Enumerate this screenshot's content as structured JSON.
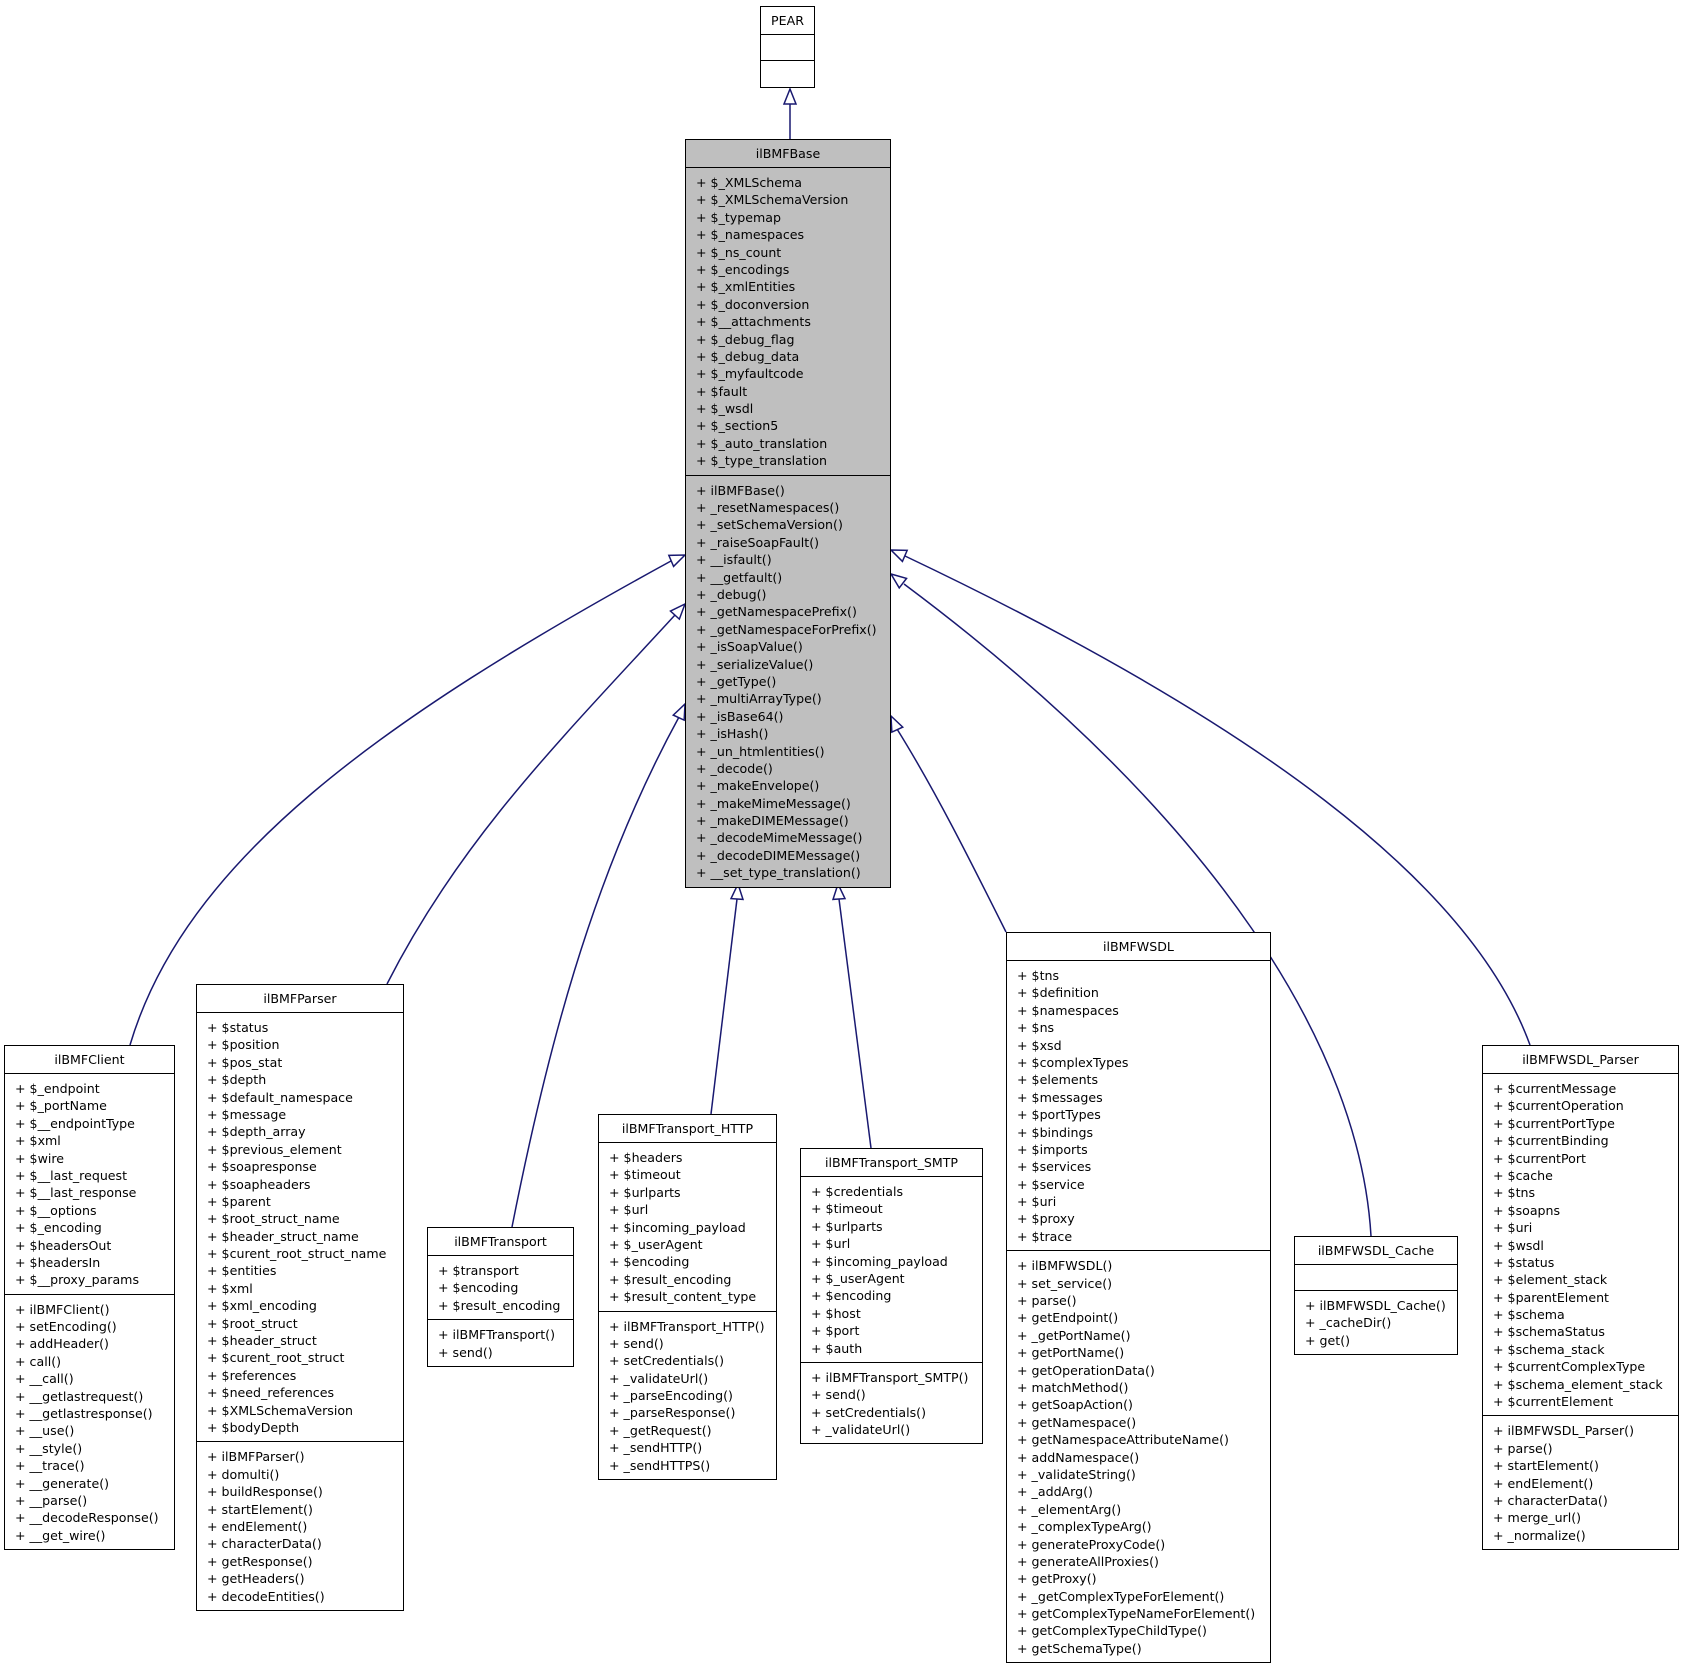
{
  "diagram": {
    "classes": [
      {
        "id": "PEAR",
        "title": "PEAR",
        "base": false,
        "attributes": [],
        "methods": []
      },
      {
        "id": "ilBMFBase",
        "title": "ilBMFBase",
        "base": true,
        "attributes": [
          "+ $_XMLSchema",
          "+ $_XMLSchemaVersion",
          "+ $_typemap",
          "+ $_namespaces",
          "+ $_ns_count",
          "+ $_encodings",
          "+ $_xmlEntities",
          "+ $_doconversion",
          "+ $__attachments",
          "+ $_debug_flag",
          "+ $_debug_data",
          "+ $_myfaultcode",
          "+ $fault",
          "+ $_wsdl",
          "+ $_section5",
          "+ $_auto_translation",
          "+ $_type_translation"
        ],
        "methods": [
          "+ ilBMFBase()",
          "+ _resetNamespaces()",
          "+ _setSchemaVersion()",
          "+ _raiseSoapFault()",
          "+ __isfault()",
          "+ __getfault()",
          "+ _debug()",
          "+ _getNamespacePrefix()",
          "+ _getNamespaceForPrefix()",
          "+ _isSoapValue()",
          "+ _serializeValue()",
          "+ _getType()",
          "+ _multiArrayType()",
          "+ _isBase64()",
          "+ _isHash()",
          "+ _un_htmlentities()",
          "+ _decode()",
          "+ _makeEnvelope()",
          "+ _makeMimeMessage()",
          "+ _makeDIMEMessage()",
          "+ _decodeMimeMessage()",
          "+ _decodeDIMEMessage()",
          "+ __set_type_translation()"
        ]
      },
      {
        "id": "ilBMFClient",
        "title": "ilBMFClient",
        "base": false,
        "attributes": [
          "+ $_endpoint",
          "+ $_portName",
          "+ $__endpointType",
          "+ $xml",
          "+ $wire",
          "+ $__last_request",
          "+ $__last_response",
          "+ $__options",
          "+ $_encoding",
          "+ $headersOut",
          "+ $headersIn",
          "+ $__proxy_params"
        ],
        "methods": [
          "+ ilBMFClient()",
          "+ setEncoding()",
          "+ addHeader()",
          "+ call()",
          "+ __call()",
          "+ __getlastrequest()",
          "+ __getlastresponse()",
          "+ __use()",
          "+ __style()",
          "+ __trace()",
          "+ __generate()",
          "+ __parse()",
          "+ __decodeResponse()",
          "+ __get_wire()"
        ]
      },
      {
        "id": "ilBMFParser",
        "title": "ilBMFParser",
        "base": false,
        "attributes": [
          "+ $status",
          "+ $position",
          "+ $pos_stat",
          "+ $depth",
          "+ $default_namespace",
          "+ $message",
          "+ $depth_array",
          "+ $previous_element",
          "+ $soapresponse",
          "+ $soapheaders",
          "+ $parent",
          "+ $root_struct_name",
          "+ $header_struct_name",
          "+ $curent_root_struct_name",
          "+ $entities",
          "+ $xml",
          "+ $xml_encoding",
          "+ $root_struct",
          "+ $header_struct",
          "+ $curent_root_struct",
          "+ $references",
          "+ $need_references",
          "+ $XMLSchemaVersion",
          "+ $bodyDepth"
        ],
        "methods": [
          "+ ilBMFParser()",
          "+ domulti()",
          "+ buildResponse()",
          "+ startElement()",
          "+ endElement()",
          "+ characterData()",
          "+ getResponse()",
          "+ getHeaders()",
          "+ decodeEntities()"
        ]
      },
      {
        "id": "ilBMFTransport",
        "title": "ilBMFTransport",
        "base": false,
        "attributes": [
          "+ $transport",
          "+ $encoding",
          "+ $result_encoding"
        ],
        "methods": [
          "+ ilBMFTransport()",
          "+ send()"
        ]
      },
      {
        "id": "ilBMFTransport_HTTP",
        "title": "ilBMFTransport_HTTP",
        "base": false,
        "attributes": [
          "+ $headers",
          "+ $timeout",
          "+ $urlparts",
          "+ $url",
          "+ $incoming_payload",
          "+ $_userAgent",
          "+ $encoding",
          "+ $result_encoding",
          "+ $result_content_type"
        ],
        "methods": [
          "+ ilBMFTransport_HTTP()",
          "+ send()",
          "+ setCredentials()",
          "+ _validateUrl()",
          "+ _parseEncoding()",
          "+ _parseResponse()",
          "+ _getRequest()",
          "+ _sendHTTP()",
          "+ _sendHTTPS()"
        ]
      },
      {
        "id": "ilBMFTransport_SMTP",
        "title": "ilBMFTransport_SMTP",
        "base": false,
        "attributes": [
          "+ $credentials",
          "+ $timeout",
          "+ $urlparts",
          "+ $url",
          "+ $incoming_payload",
          "+ $_userAgent",
          "+ $encoding",
          "+ $host",
          "+ $port",
          "+ $auth"
        ],
        "methods": [
          "+ ilBMFTransport_SMTP()",
          "+ send()",
          "+ setCredentials()",
          "+ _validateUrl()"
        ]
      },
      {
        "id": "ilBMFWSDL",
        "title": "ilBMFWSDL",
        "base": false,
        "attributes": [
          "+ $tns",
          "+ $definition",
          "+ $namespaces",
          "+ $ns",
          "+ $xsd",
          "+ $complexTypes",
          "+ $elements",
          "+ $messages",
          "+ $portTypes",
          "+ $bindings",
          "+ $imports",
          "+ $services",
          "+ $service",
          "+ $uri",
          "+ $proxy",
          "+ $trace"
        ],
        "methods": [
          "+ ilBMFWSDL()",
          "+ set_service()",
          "+ parse()",
          "+ getEndpoint()",
          "+ _getPortName()",
          "+ getPortName()",
          "+ getOperationData()",
          "+ matchMethod()",
          "+ getSoapAction()",
          "+ getNamespace()",
          "+ getNamespaceAttributeName()",
          "+ addNamespace()",
          "+ _validateString()",
          "+ _addArg()",
          "+ _elementArg()",
          "+ _complexTypeArg()",
          "+ generateProxyCode()",
          "+ generateAllProxies()",
          "+ getProxy()",
          "+ _getComplexTypeForElement()",
          "+ getComplexTypeNameForElement()",
          "+ getComplexTypeChildType()",
          "+ getSchemaType()"
        ]
      },
      {
        "id": "ilBMFWSDL_Cache",
        "title": "ilBMFWSDL_Cache",
        "base": false,
        "attributes": [],
        "methods": [
          "+ ilBMFWSDL_Cache()",
          "+ _cacheDir()",
          "+ get()"
        ]
      },
      {
        "id": "ilBMFWSDL_Parser",
        "title": "ilBMFWSDL_Parser",
        "base": false,
        "attributes": [
          "+ $currentMessage",
          "+ $currentOperation",
          "+ $currentPortType",
          "+ $currentBinding",
          "+ $currentPort",
          "+ $cache",
          "+ $tns",
          "+ $soapns",
          "+ $uri",
          "+ $wsdl",
          "+ $status",
          "+ $element_stack",
          "+ $parentElement",
          "+ $schema",
          "+ $schemaStatus",
          "+ $schema_stack",
          "+ $currentComplexType",
          "+ $schema_element_stack",
          "+ $currentElement"
        ],
        "methods": [
          "+ ilBMFWSDL_Parser()",
          "+ parse()",
          "+ startElement()",
          "+ endElement()",
          "+ characterData()",
          "+ merge_url()",
          "+ _normalize()"
        ]
      }
    ],
    "inheritance": [
      {
        "child": "ilBMFBase",
        "parent": "PEAR"
      },
      {
        "child": "ilBMFClient",
        "parent": "ilBMFBase"
      },
      {
        "child": "ilBMFParser",
        "parent": "ilBMFBase"
      },
      {
        "child": "ilBMFTransport",
        "parent": "ilBMFBase"
      },
      {
        "child": "ilBMFTransport_HTTP",
        "parent": "ilBMFBase"
      },
      {
        "child": "ilBMFTransport_SMTP",
        "parent": "ilBMFBase"
      },
      {
        "child": "ilBMFWSDL",
        "parent": "ilBMFBase"
      },
      {
        "child": "ilBMFWSDL_Cache",
        "parent": "ilBMFBase"
      },
      {
        "child": "ilBMFWSDL_Parser",
        "parent": "ilBMFBase"
      }
    ],
    "colors": {
      "edge": "#191970",
      "base_fill": "#bfbfbf",
      "box_fill": "#ffffff",
      "border": "#000000"
    }
  }
}
